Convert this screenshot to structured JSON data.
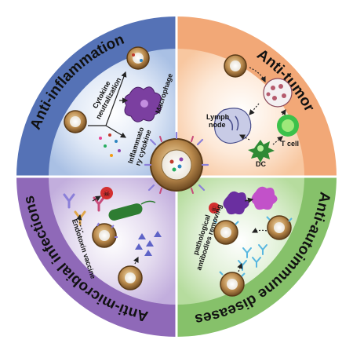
{
  "sections": {
    "inflammation": {
      "title": "Anti-inflammation",
      "labels": {
        "cytokine_neutralization_1": "Cytokine",
        "cytokine_neutralization_2": "neutralization",
        "macrophage": "Macrophage",
        "inflammatory_cytokine_1": "Inflammato",
        "inflammatory_cytokine_2": "ry cytokine"
      },
      "color": "#4f6bb0"
    },
    "tumor": {
      "title": "Anti-tumor",
      "labels": {
        "lymph_node_1": "Lymph",
        "lymph_node_2": "node",
        "t_cell": "T cell",
        "dc": "DC"
      },
      "color": "#f0b486"
    },
    "microbial": {
      "title": "Anti-microbial infections",
      "labels": {
        "endotoxin_vaccine": "Endotoxin vaccine"
      },
      "color": "#8d6ab5"
    },
    "autoimmune": {
      "title": "Anti-autoimmune diseases",
      "labels": {
        "pathological_1": "pathological",
        "pathological_2": "antibodies removing"
      },
      "color": "#86c06d"
    }
  },
  "icons": {
    "nanoparticle": "cell-membrane-nanoparticle-icon",
    "macrophage": "macrophage-cell-icon",
    "lymph_node": "lymph-node-icon",
    "t_cell": "t-cell-icon",
    "dc": "dendritic-cell-icon",
    "bacteria": "bacteria-icon",
    "toxin": "toxin-icon",
    "antibody": "antibody-icon"
  }
}
